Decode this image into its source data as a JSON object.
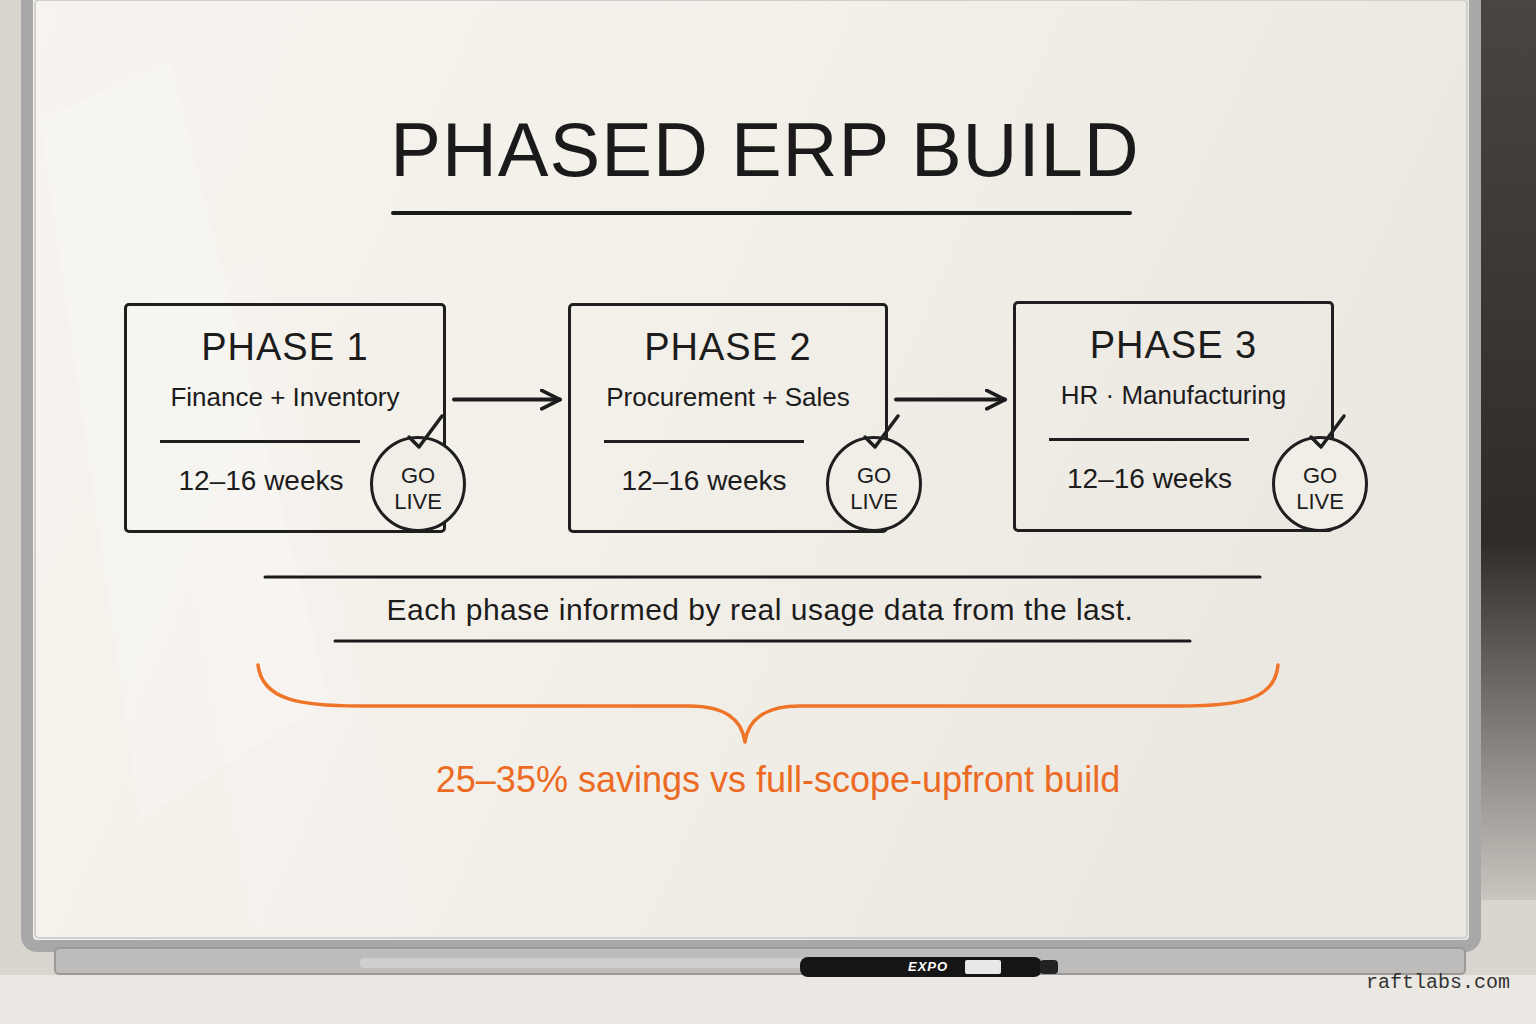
{
  "diagram": {
    "title": "PHASED ERP BUILD",
    "nodes": [
      {
        "text": [
          "PHASE 1",
          "Finance + Inventory",
          "12–16 weeks"
        ]
      },
      {
        "text": [
          "GO LIVE"
        ]
      },
      {
        "text": [
          "PHASE 2",
          "Procurement + Sales",
          "12–16 weeks"
        ]
      },
      {
        "text": [
          "GO LIVE"
        ]
      },
      {
        "text": [
          "PHASE 3",
          "HR · Manufacturing",
          "12–16 weeks"
        ]
      },
      {
        "text": [
          "GO LIVE"
        ]
      }
    ],
    "edges": [
      {
        "from": 0,
        "to": 2,
        "arrow": "to"
      },
      {
        "from": 2,
        "to": 4,
        "arrow": "to"
      }
    ],
    "labels": [
      "Each phase informed by real usage data from the last.",
      "25–35% savings vs full-scope-upfront build",
      "EXPO",
      "raftlabs.com"
    ]
  }
}
